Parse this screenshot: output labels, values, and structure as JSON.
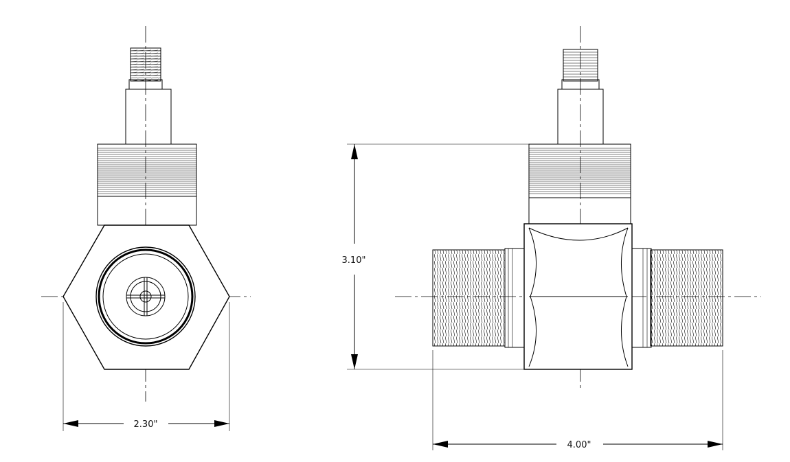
{
  "views": {
    "end_view": {
      "dimension_width": "2.30\""
    },
    "side_view": {
      "dimension_height": "3.10\"",
      "dimension_width": "4.00\""
    }
  },
  "colors": {
    "line": "#000000",
    "background": "#ffffff"
  }
}
